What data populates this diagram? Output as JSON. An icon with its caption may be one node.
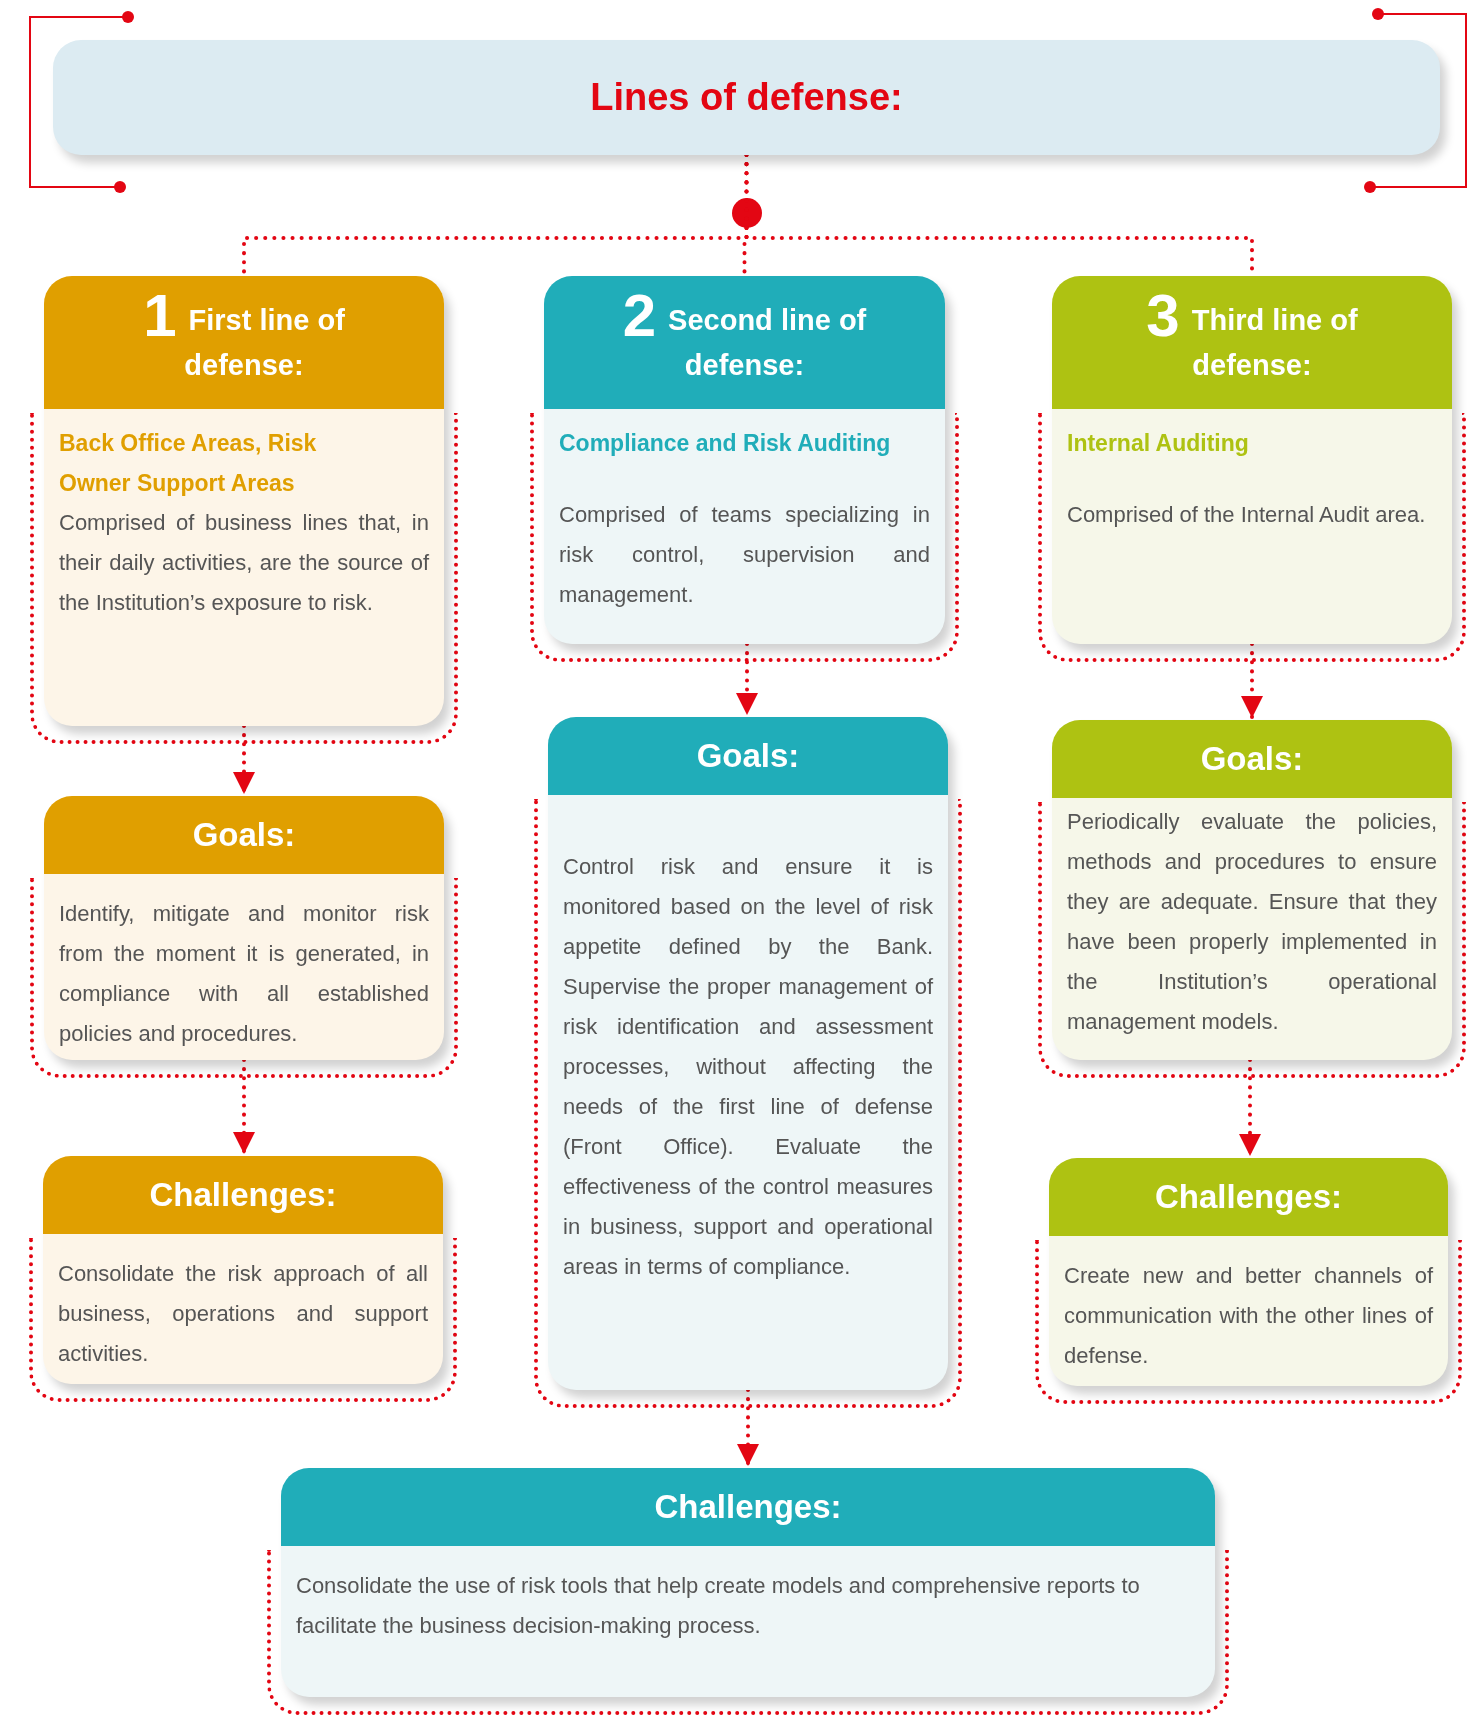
{
  "diagram": {
    "nodes": [
      {
        "text": [
          "Lines of defense:"
        ]
      },
      {
        "text": [
          "1",
          "First line of defense:",
          "Back Office Areas, Risk Owner Support Areas",
          "Comprised of business lines that, in their daily activities, are the source of the Institution’s exposure to risk."
        ]
      },
      {
        "text": [
          "2",
          "Second line of defense:",
          "Compliance and Risk Auditing",
          "Comprised of teams specializing in risk control, supervision and management."
        ]
      },
      {
        "text": [
          "3",
          "Third line of defense:",
          "Internal Auditing",
          "Comprised of the Internal Audit area."
        ]
      },
      {
        "text": [
          "Goals:",
          "Identify, mitigate and monitor risk from the moment it is generated, in compliance with all established policies and procedures."
        ]
      },
      {
        "text": [
          "Goals:",
          "Control risk and ensure it is monitored based on the level of risk appetite defined by the Bank. Supervise the proper management of risk identification and assessment processes, without affecting the needs of the first line of defense (Front Office). Evaluate the effectiveness of the control measures in business, support and operational areas in terms of compliance."
        ]
      },
      {
        "text": [
          "Goals:",
          "Periodically evaluate the policies, methods and procedures to ensure they are adequate. Ensure that they have been properly implemented in the Institution’s operational management models."
        ]
      },
      {
        "text": [
          "Challenges:",
          "Consolidate the risk approach of all business, operations and support activities."
        ]
      },
      {
        "text": [
          "Challenges:",
          "Create new and better channels of communication with the other lines of defense."
        ]
      },
      {
        "text": [
          "Challenges:",
          "Consolidate the use of risk tools that help create models and comprehensive reports to facilitate the business decision-making process."
        ]
      }
    ],
    "edges": [
      {
        "from": 0,
        "to": 1,
        "arrow": "none",
        "style": "dashed"
      },
      {
        "from": 0,
        "to": 2,
        "arrow": "none",
        "style": "dashed"
      },
      {
        "from": 0,
        "to": 3,
        "arrow": "none",
        "style": "dashed"
      },
      {
        "from": 1,
        "to": 4,
        "arrow": "to",
        "style": "dashed"
      },
      {
        "from": 4,
        "to": 7,
        "arrow": "to",
        "style": "dashed"
      },
      {
        "from": 2,
        "to": 5,
        "arrow": "to",
        "style": "dashed"
      },
      {
        "from": 5,
        "to": 9,
        "arrow": "to",
        "style": "dashed"
      },
      {
        "from": 3,
        "to": 6,
        "arrow": "to",
        "style": "dashed"
      },
      {
        "from": 6,
        "to": 8,
        "arrow": "to",
        "style": "dashed"
      }
    ]
  }
}
